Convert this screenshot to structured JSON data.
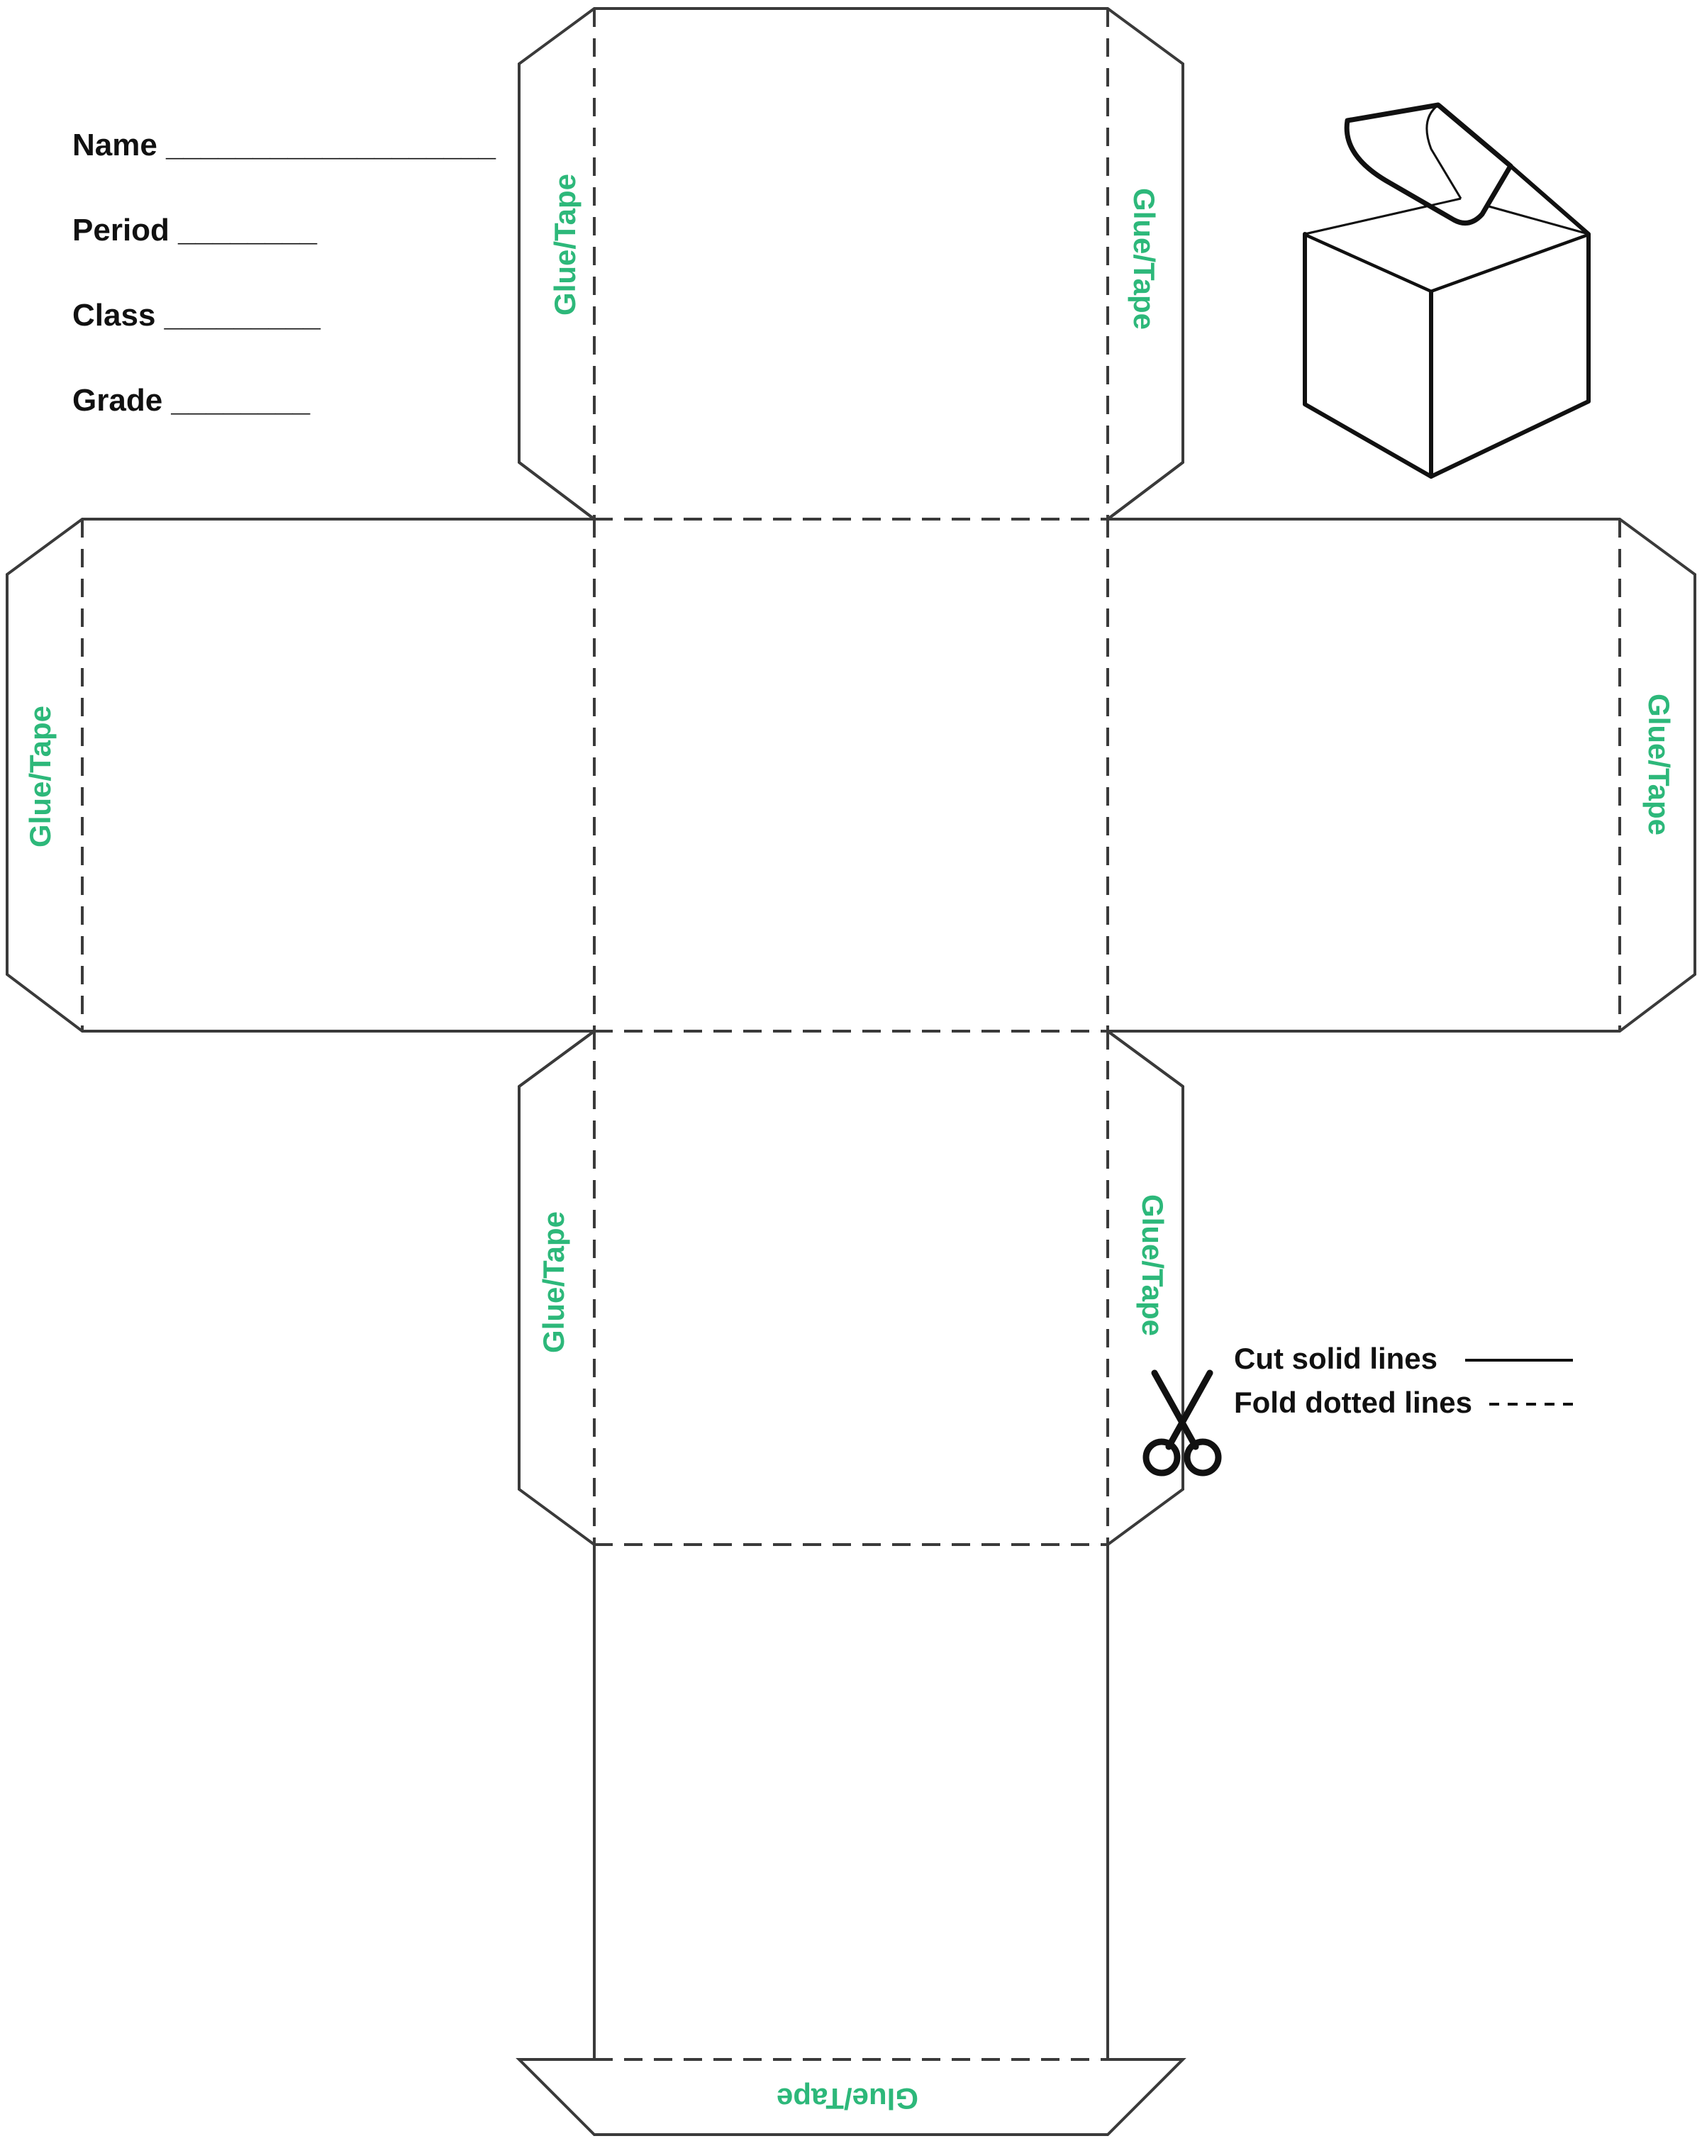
{
  "form": {
    "name_label": "Name ___________________",
    "period_label": "Period ________",
    "class_label": "Class _________",
    "grade_label": "Grade ________"
  },
  "tabs": {
    "label": "Glue/Tape",
    "color": "#2db87a"
  },
  "legend": {
    "cut_label": "Cut solid lines",
    "fold_label": "Fold dotted lines"
  },
  "icons": {
    "scissors": "scissors-icon",
    "box": "box-illustration"
  },
  "colors": {
    "line": "#3a3a3a",
    "text": "#111111"
  }
}
